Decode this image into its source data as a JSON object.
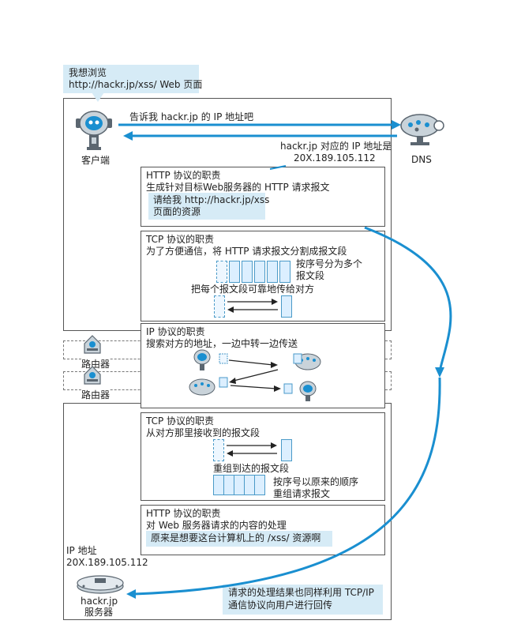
{
  "speech": {
    "line1": "我想浏览",
    "line2": "http://hackr.jp/xss/ Web 页面"
  },
  "client_label": "客户端",
  "dns_label": "DNS",
  "ask_dns": "告诉我 hackr.jp 的 IP 地址吧",
  "dns_reply": {
    "line1": "hackr.jp 对应的 IP 地址是",
    "line2": "20X.189.105.112"
  },
  "http_send": {
    "title": "HTTP 协议的职责",
    "desc": "生成针对目标Web服务器的 HTTP 请求报文",
    "request_line1": "请给我 http://hackr.jp/xss",
    "request_line2": "页面的资源"
  },
  "tcp_send": {
    "title": "TCP 协议的职责",
    "desc": "为了方便通信，将 HTTP 请求报文分割成报文段",
    "note1": "按序号分为多个",
    "note2": "报文段",
    "note3": "把每个报文段可靠地传给对方"
  },
  "ip": {
    "title": "IP 协议的职责",
    "desc": "搜索对方的地址，一边中转一边传送"
  },
  "routers": [
    "路由器",
    "路由器"
  ],
  "tcp_recv": {
    "title": "TCP 协议的职责",
    "desc": "从对方那里接收到的报文段",
    "note1": "重组到达的报文段",
    "note2": "按序号以原来的顺序",
    "note3": "重组请求报文"
  },
  "http_recv": {
    "title": "HTTP 协议的职责",
    "desc": "对 Web 服务器请求的内容的处理",
    "result": "原来是想要这台计算机上的 /xss/ 资源啊"
  },
  "server": {
    "ip_label": "IP 地址",
    "ip_value": "20X.189.105.112",
    "name1": "hackr.jp",
    "name2": "服务器"
  },
  "response_note": {
    "line1": "请求的处理结果也同样利用 TCP/IP",
    "line2": "通信协议向用户进行回传"
  },
  "colors": {
    "arrow": "#1a8fd0",
    "bubble": "#d6ebf6",
    "segment": "#dcefff"
  }
}
